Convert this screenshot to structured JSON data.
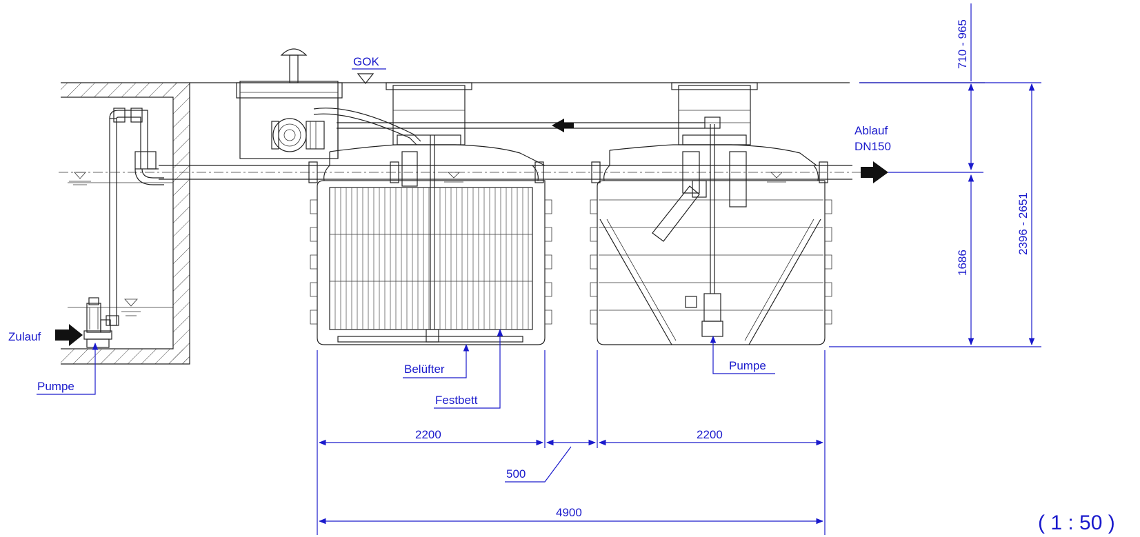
{
  "labels": {
    "gok": "GOK",
    "zulauf": "Zulauf",
    "pumpe_left": "Pumpe",
    "belufter": "Belüfter",
    "festbett": "Festbett",
    "pumpe_right": "Pumpe",
    "ablauf_1": "Ablauf",
    "ablauf_2": "DN150"
  },
  "dimensions": {
    "tank1_width": "2200",
    "tank2_width": "2200",
    "gap": "500",
    "total_width": "4900",
    "cover_depth": "710 - 965",
    "water_height": "1686",
    "total_height": "2396 - 2651"
  },
  "scale": "( 1 : 50 )",
  "colors": {
    "annotation": "#1a1acc",
    "drawing": "#222222"
  }
}
